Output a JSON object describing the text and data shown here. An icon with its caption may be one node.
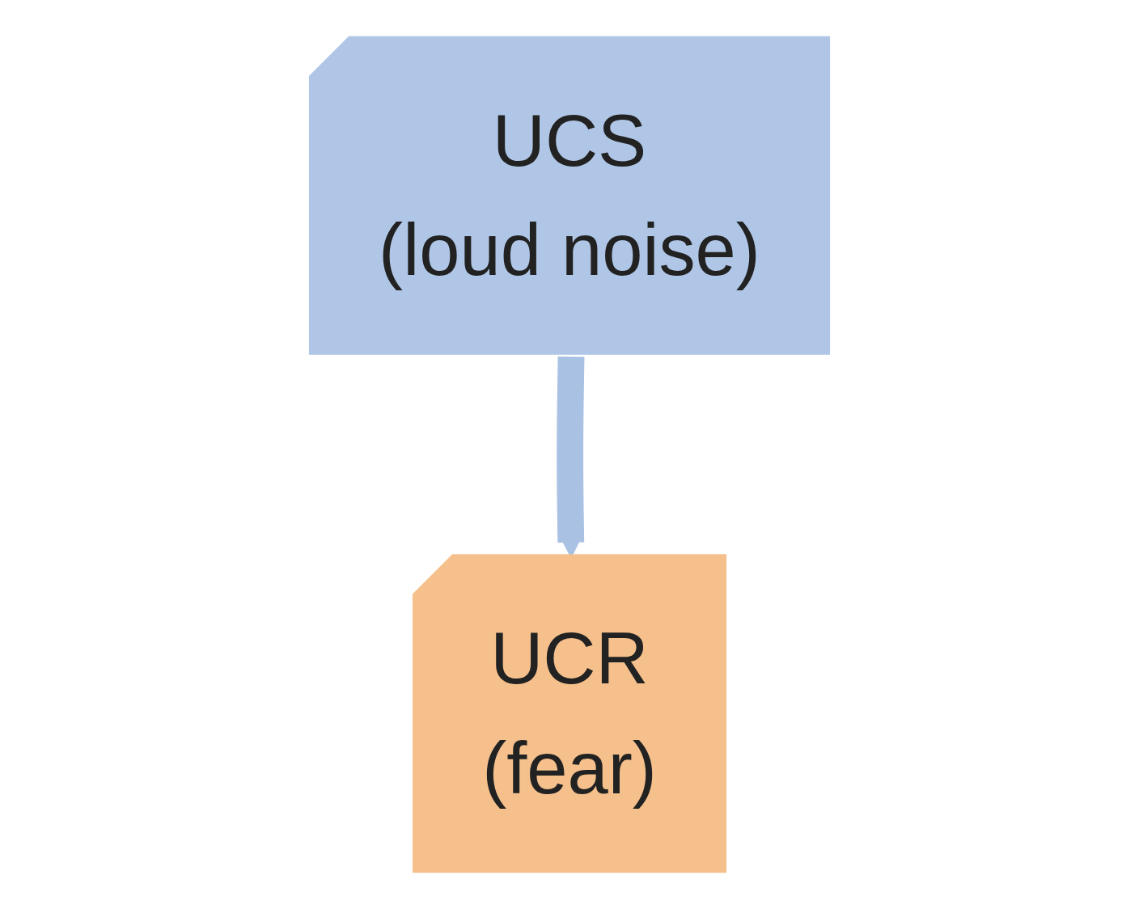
{
  "diagram": {
    "nodes": [
      {
        "text": [
          "UCS",
          "(loud noise)"
        ]
      },
      {
        "text": [
          "UCR",
          "(fear)"
        ]
      }
    ],
    "edges": [
      {
        "from": 0,
        "to": 1,
        "arrow": "to"
      }
    ]
  }
}
